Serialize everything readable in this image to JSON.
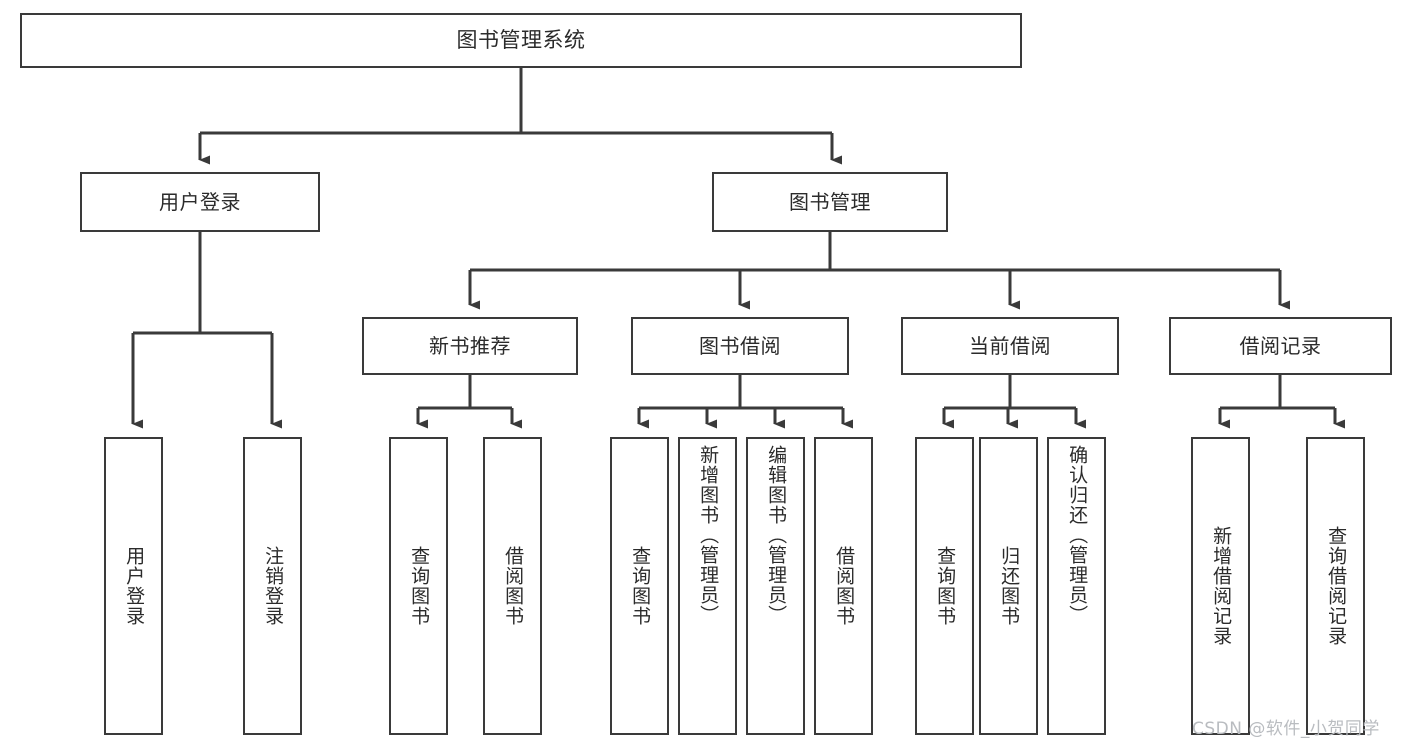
{
  "diagram": {
    "title": "图书管理系统",
    "type": "hierarchy-tree",
    "root": {
      "label": "图书管理系统"
    },
    "level1": [
      {
        "label": "用户登录"
      },
      {
        "label": "图书管理"
      }
    ],
    "level2": [
      {
        "label": "新书推荐"
      },
      {
        "label": "图书借阅"
      },
      {
        "label": "当前借阅"
      },
      {
        "label": "借阅记录"
      }
    ],
    "leaves": {
      "user_login": [
        {
          "label": "用户登录"
        },
        {
          "label": "注销登录"
        }
      ],
      "new_book_recommend": [
        {
          "label": "查询图书"
        },
        {
          "label": "借阅图书"
        }
      ],
      "book_borrow": [
        {
          "label": "查询图书"
        },
        {
          "label": "新增图书（管理员）"
        },
        {
          "label": "编辑图书（管理员）"
        },
        {
          "label": "借阅图书"
        }
      ],
      "current_borrow": [
        {
          "label": "查询图书"
        },
        {
          "label": "归还图书"
        },
        {
          "label": "确认归还（管理员）"
        }
      ],
      "borrow_record": [
        {
          "label": "新增借阅记录"
        },
        {
          "label": "查询借阅记录"
        }
      ]
    }
  },
  "watermark": {
    "text": "CSDN @软件_小贺同学"
  },
  "colors": {
    "stroke": "#3a3a3a",
    "background": "#ffffff",
    "text": "#2b2b2b",
    "watermark": "#b9bcc0"
  }
}
